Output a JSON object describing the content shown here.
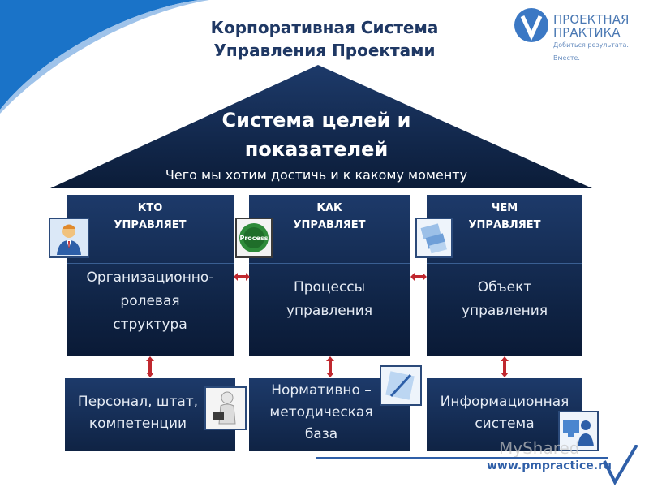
{
  "header": {
    "title_line1": "Корпоративная Система",
    "title_line2": "Управления Проектами"
  },
  "logo": {
    "line1": "ПРОЕКТНАЯ",
    "line2": "ПРАКТИКА",
    "tagline": "Добиться результата. Вместе."
  },
  "roof": {
    "title_line1": "Система целей и",
    "title_line2": "показателей",
    "subtitle": "Чего мы хотим достичь и к какому моменту"
  },
  "pillars": [
    {
      "head_line1": "КТО",
      "head_line2": "УПРАВЛЯЕТ",
      "body_line1": "Организационно-",
      "body_line2": "ролевая",
      "body_line3": "структура",
      "icon": "businessman-icon"
    },
    {
      "head_line1": "КАК",
      "head_line2": "УПРАВЛЯЕТ",
      "body_line1": "Процессы",
      "body_line2": "управления",
      "body_line3": "",
      "icon": "process-gear-icon",
      "icon_label": "Process"
    },
    {
      "head_line1": "ЧЕМ",
      "head_line2": "УПРАВЛЯЕТ",
      "body_line1": "Объект",
      "body_line2": "управления",
      "body_line3": "",
      "icon": "documents-icon"
    }
  ],
  "bases": [
    {
      "line1": "Персонал, штат,",
      "line2": "компетенции",
      "line3": "",
      "icon": "person-with-briefcase-icon"
    },
    {
      "line1": "Нормативно –",
      "line2": "методическая",
      "line3": "база",
      "icon": "pen-document-icon"
    },
    {
      "line1": "Информационная",
      "line2": "система",
      "line3": "",
      "icon": "computer-user-icon"
    }
  ],
  "footer": {
    "url": "www.pmpractice.ru",
    "watermark": "MyShared"
  },
  "colors": {
    "dark_navy": "#0f2344",
    "title_blue": "#1f3864",
    "accent_blue": "#1a73c8",
    "arrow_red": "#c0282f"
  }
}
